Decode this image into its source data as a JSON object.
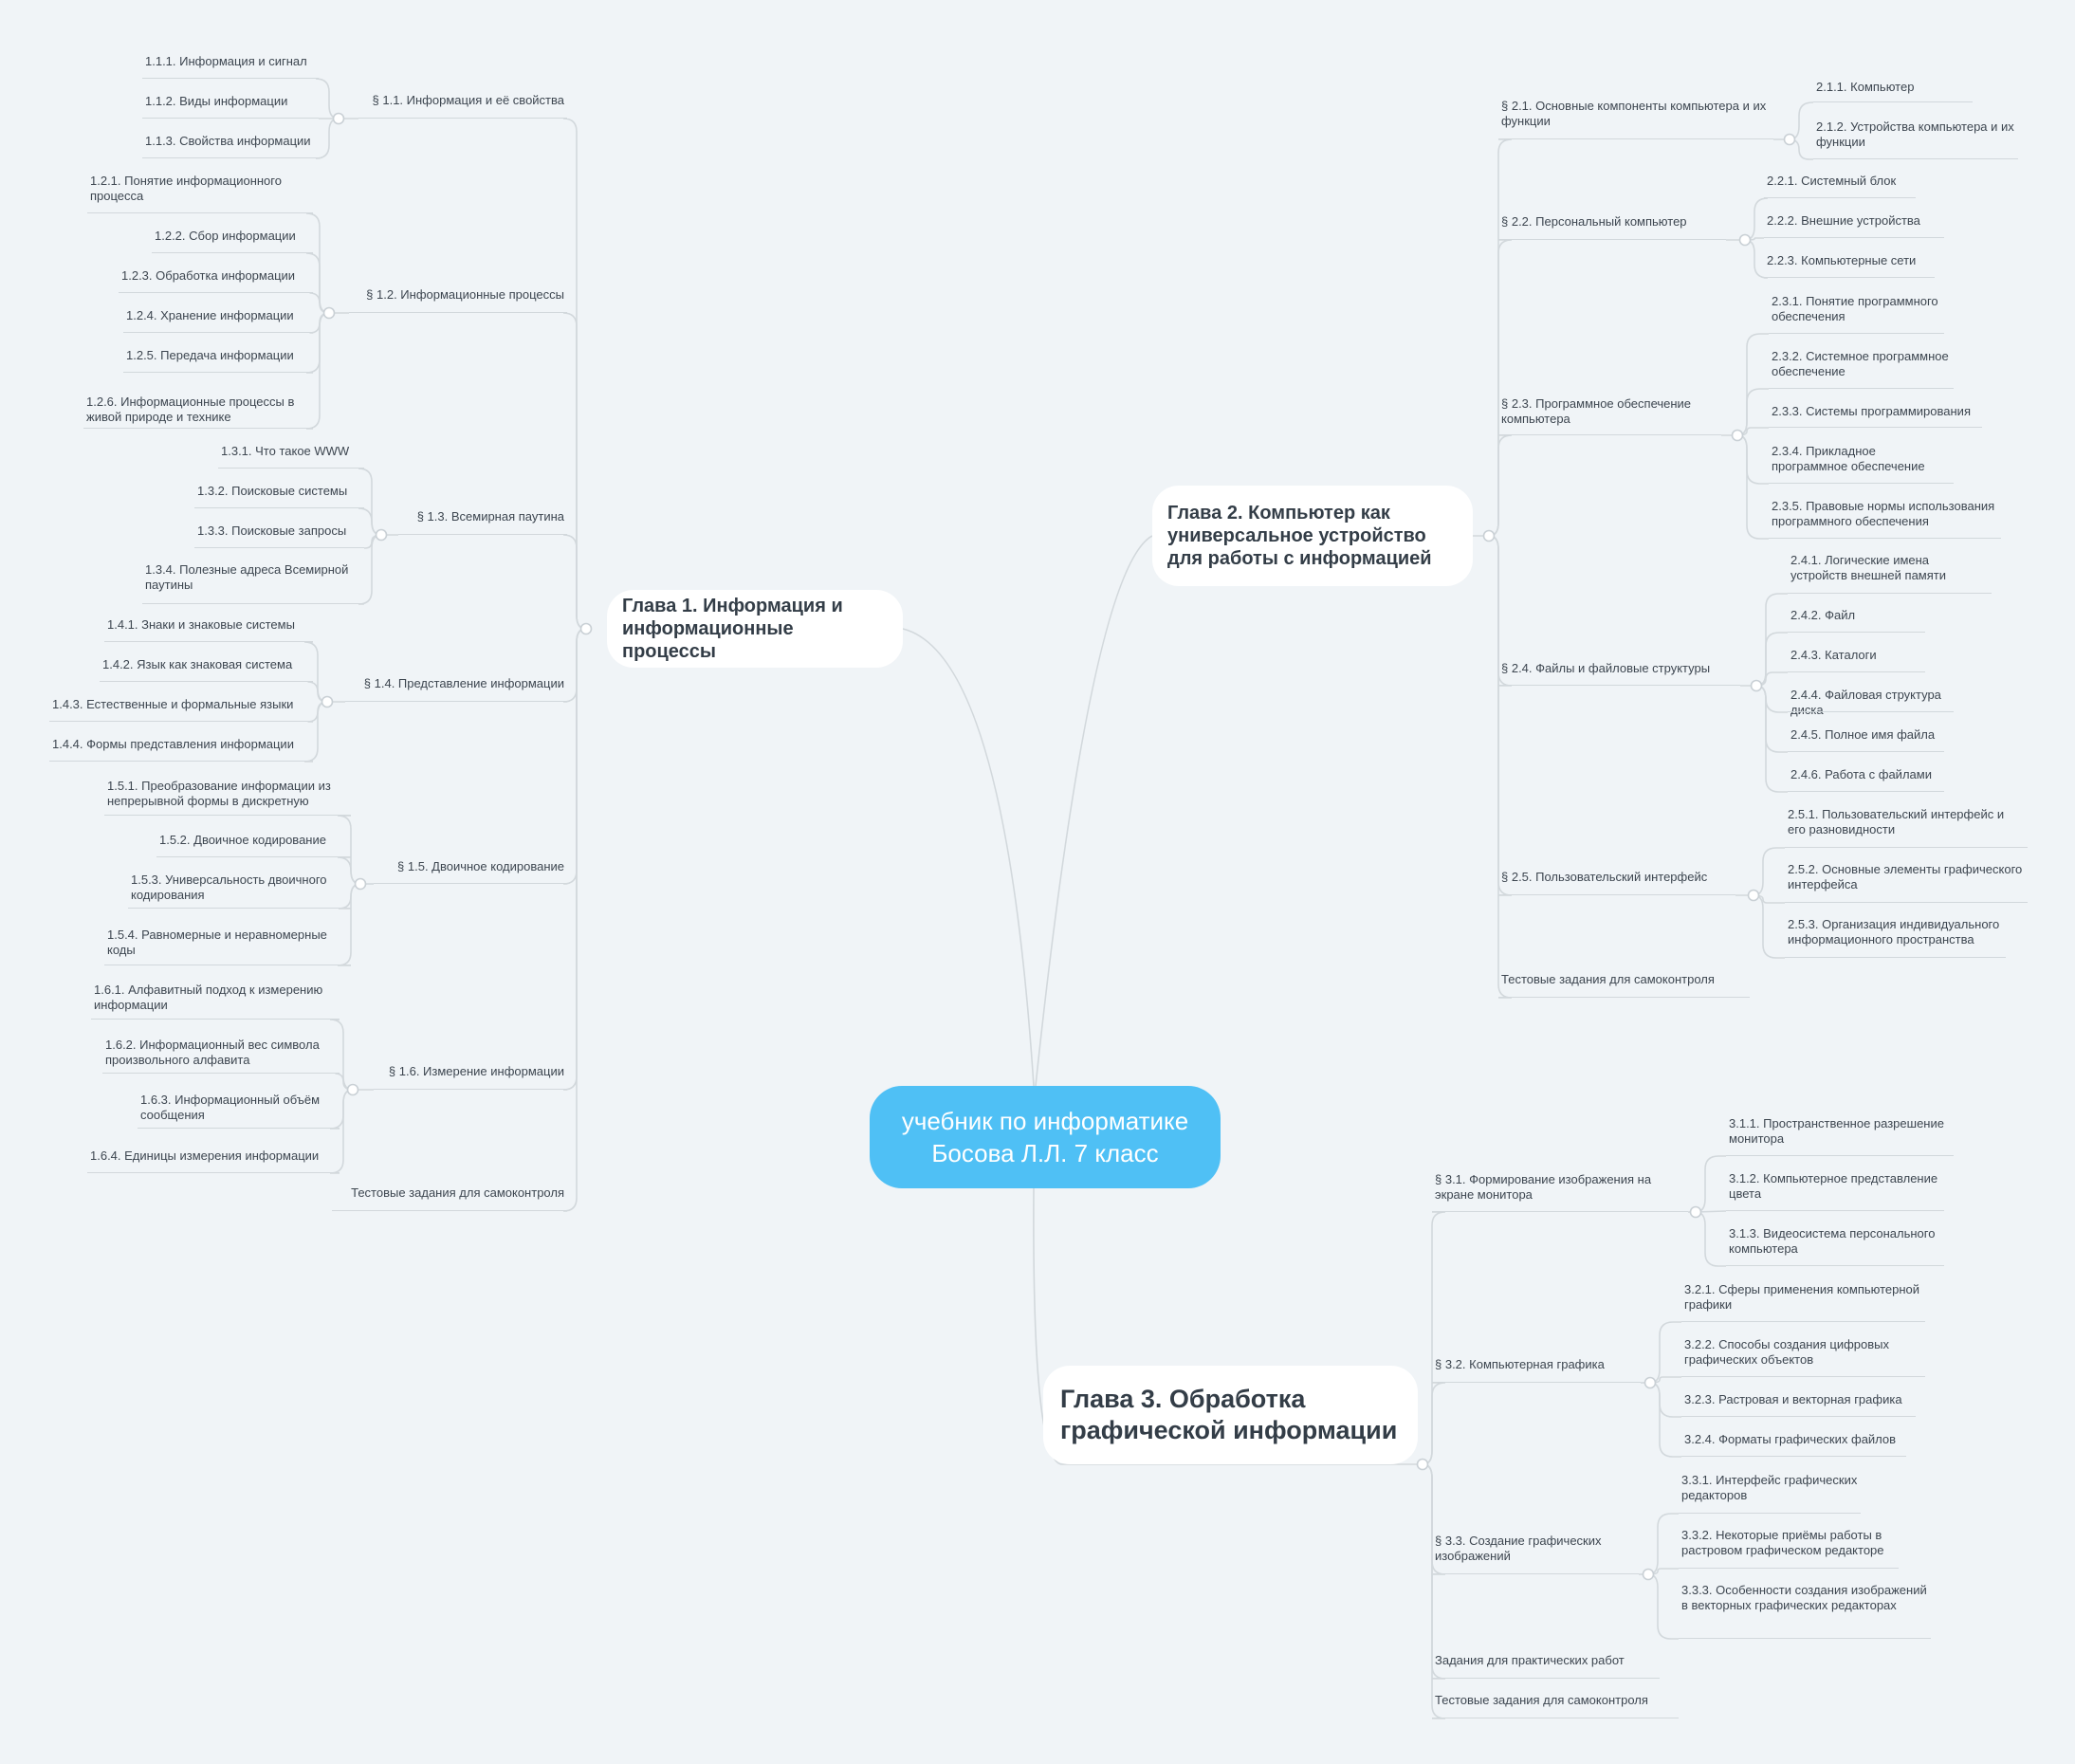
{
  "central_topic": "учебник по информатике Босова Л.Л. 7 класс",
  "chapters": [
    {
      "title": "Глава 1. Информация и информационные процессы",
      "sections": [
        {
          "title": "§ 1.1. Информация и её свойства",
          "items": [
            "1.1.1. Информация и сигнал",
            "1.1.2. Виды информации",
            "1.1.3. Свойства информации"
          ]
        },
        {
          "title": "§ 1.2. Информационные процессы",
          "items": [
            "1.2.1. Понятие информационного процесса",
            "1.2.2. Сбор информации",
            "1.2.3. Обработка информации",
            "1.2.4. Хранение информации",
            "1.2.5. Передача информации",
            "1.2.6. Информационные процессы в живой природе и технике"
          ]
        },
        {
          "title": "§ 1.3. Всемирная паутина",
          "items": [
            "1.3.1. Что такое WWW",
            "1.3.2. Поисковые системы",
            "1.3.3. Поисковые запросы",
            "1.3.4. Полезные адреса Всемирной паутины"
          ]
        },
        {
          "title": "§ 1.4. Представление информации",
          "items": [
            "1.4.1. Знаки и знаковые системы",
            "1.4.2. Язык как знаковая система",
            "1.4.3. Естественные и формальные языки",
            "1.4.4. Формы представления информации"
          ]
        },
        {
          "title": "§ 1.5. Двоичное кодирование",
          "items": [
            "1.5.1. Преобразование информации из непрерывной формы в дискретную",
            "1.5.2. Двоичное кодирование",
            "1.5.3. Универсальность двоичного кодирования",
            "1.5.4. Равномерные и неравномерные коды"
          ]
        },
        {
          "title": "§ 1.6. Измерение информации",
          "items": [
            "1.6.1. Алфавитный подход к измерению информации",
            "1.6.2. Информационный вес символа произвольного алфавита",
            "1.6.3. Информационный объём сообщения",
            "1.6.4. Единицы измерения информации"
          ]
        },
        {
          "title": "Тестовые задания для самоконтроля",
          "items": []
        }
      ]
    },
    {
      "title": "Глава 2. Компьютер как универсальное устройство для работы с информацией",
      "sections": [
        {
          "title": "§ 2.1. Основные компоненты компьютера и их функции",
          "items": [
            "2.1.1. Компьютер",
            "2.1.2. Устройства компьютера и их функции"
          ]
        },
        {
          "title": "§ 2.2. Персональный компьютер",
          "items": [
            "2.2.1. Системный блок",
            "2.2.2. Внешние устройства",
            "2.2.3. Компьютерные сети"
          ]
        },
        {
          "title": "§ 2.3. Программное обеспечение компьютера",
          "items": [
            "2.3.1. Понятие программного обеспечения",
            "2.3.2. Системное программное обеспечение",
            "2.3.3. Системы программирования",
            "2.3.4. Прикладное программное обеспечение",
            "2.3.5. Правовые нормы использования программного обеспечения"
          ]
        },
        {
          "title": "§ 2.4. Файлы и файловые структуры",
          "items": [
            "2.4.1. Логические имена устройств внешней памяти",
            "2.4.2. Файл",
            "2.4.3. Каталоги",
            "2.4.4. Файловая структура диска",
            "2.4.5. Полное имя файла",
            "2.4.6. Работа с файлами"
          ]
        },
        {
          "title": "§ 2.5. Пользовательский интерфейс",
          "items": [
            "2.5.1. Пользовательский интерфейс и его разновидности",
            "2.5.2. Основные элементы графического интерфейса",
            "2.5.3. Организация индивидуального информационного пространства"
          ]
        },
        {
          "title": "Тестовые задания для самоконтроля",
          "items": []
        }
      ]
    },
    {
      "title": "Глава 3. Обработка графической информации",
      "sections": [
        {
          "title": "§ 3.1. Формирование изображения на экране монитора",
          "items": [
            "3.1.1. Пространственное разрешение монитора",
            "3.1.2. Компьютерное представление цвета",
            "3.1.3. Видеосистема персонального компьютера"
          ]
        },
        {
          "title": "§ 3.2. Компьютерная графика",
          "items": [
            "3.2.1. Сферы применения компьютерной графики",
            "3.2.2. Способы создания цифровых графических объектов",
            "3.2.3. Растровая и векторная графика",
            "3.2.4. Форматы графических файлов"
          ]
        },
        {
          "title": "§ 3.3. Создание графических изображений",
          "items": [
            "3.3.1. Интерфейс графических редакторов",
            "3.3.2. Некоторые приёмы работы в растровом графическом редакторе",
            "3.3.3. Особенности создания изображений в векторных графических редакторах"
          ]
        },
        {
          "title": "Задания для практических работ",
          "items": []
        },
        {
          "title": "Тестовые задания для самоконтроля",
          "items": []
        }
      ]
    }
  ]
}
